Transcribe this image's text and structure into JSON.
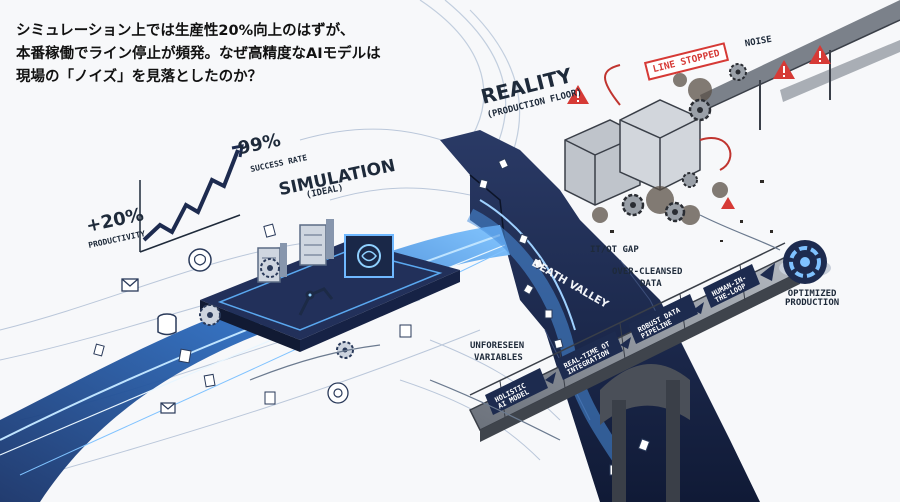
{
  "headline": {
    "line1": "シミュレーション上では生産性20%向上のはずが、",
    "line2": "本番稼働でライン停止が頻発。なぜ高精度なAIモデルは",
    "line3": "現場の「ノイズ」を見落としたのか？"
  },
  "simulation": {
    "title": "SIMULATION",
    "subtitle": "(IDEAL)",
    "success_value": "99%",
    "success_label": "SUCCESS RATE",
    "productivity_value": "+20%",
    "productivity_label": "PRODUCTIVITY"
  },
  "reality": {
    "title": "REALITY",
    "subtitle": "(PRODUCTION FLOOR)",
    "line_stopped": "LINE STOPPED",
    "noise": "NOISE"
  },
  "gap_labels": {
    "itot_gap": "IT/OT GAP",
    "death_valley": "DEATH VALLEY",
    "over_cleansed_1": "OVER-CLEANSED",
    "over_cleansed_2": "DATA",
    "unforeseen_1": "UNFORESEEN",
    "unforeseen_2": "VARIABLES"
  },
  "bridge_steps": [
    {
      "line1": "HOLISTIC",
      "line2": "AI MODEL"
    },
    {
      "line1": "REAL-TIME OT",
      "line2": "INTEGRATION"
    },
    {
      "line1": "ROBUST DATA",
      "line2": "PIPELINE"
    },
    {
      "line1": "HUMAN-IN-",
      "line2": "THE-LOOP"
    }
  ],
  "outcome": {
    "line1": "OPTIMIZED",
    "line2": "PRODUCTION"
  },
  "colors": {
    "navy": "#1d2b4f",
    "accent_blue": "#2f8fe0",
    "warning_red": "#d63a36",
    "bridge_gray": "#4a4f58"
  },
  "icons": [
    "brain-icon",
    "gear-icon",
    "database-icon",
    "mail-icon",
    "warning-icon",
    "server-icon",
    "robot-arm-icon",
    "ai-chip-icon",
    "debris-icon"
  ]
}
